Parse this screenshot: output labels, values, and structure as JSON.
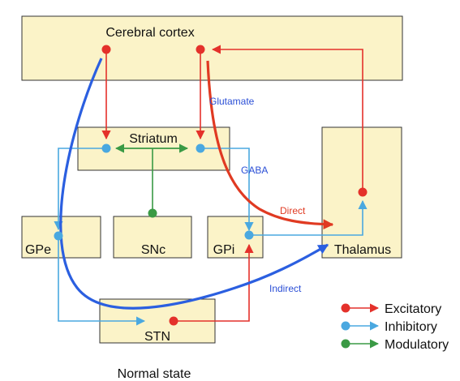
{
  "regions": {
    "cortex": "Cerebral cortex",
    "striatum": "Striatum",
    "thalamus": "Thalamus",
    "gpe": "GPe",
    "snc": "SNc",
    "gpi": "GPi",
    "stn": "STN"
  },
  "annotations": {
    "glutamate": "Glutamate",
    "gaba": "GABA",
    "direct": "Direct",
    "indirect": "Indirect"
  },
  "legend": {
    "excitatory": "Excitatory",
    "inhibitory": "Inhibitory",
    "modulatory": "Modulatory"
  },
  "caption": "Normal state",
  "colors": {
    "excitatory": "#e4312b",
    "inhibitory": "#4aa8e0",
    "modulatory": "#3a9a45",
    "pathway_direct": "#e03a22",
    "pathway_indirect": "#2b5fe0",
    "box_fill": "#fbf3c8",
    "text_glutamate": "#2b4fd6",
    "text_direct": "#e03a22"
  }
}
